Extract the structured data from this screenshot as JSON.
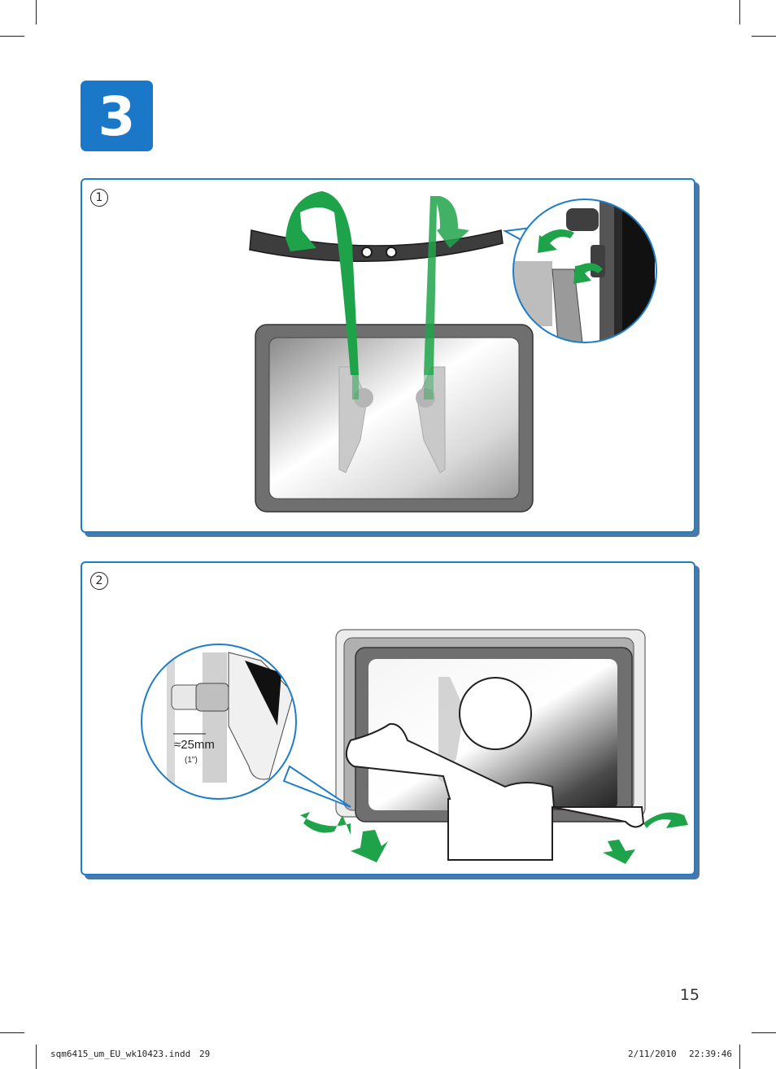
{
  "step": {
    "number": "3"
  },
  "panels": [
    {
      "label": "1"
    },
    {
      "label": "2",
      "dimension": "≈25mm",
      "dimension_imperial": "(1\")"
    }
  ],
  "page_number": "15",
  "slug": {
    "file": "sqm6415_um_EU_wk10423.indd",
    "page": "29",
    "date": "2/11/2010",
    "time": "22:39:46"
  },
  "colors": {
    "accent_blue": "#1b78c8",
    "arrow_green": "#1fa34a",
    "frame_gray": "#6f6f6f"
  },
  "icons": [
    "rotate-arrow-icon",
    "fall-arrow-icon",
    "swing-arrow-icon",
    "person-icon",
    "magnifier-circle-icon"
  ]
}
